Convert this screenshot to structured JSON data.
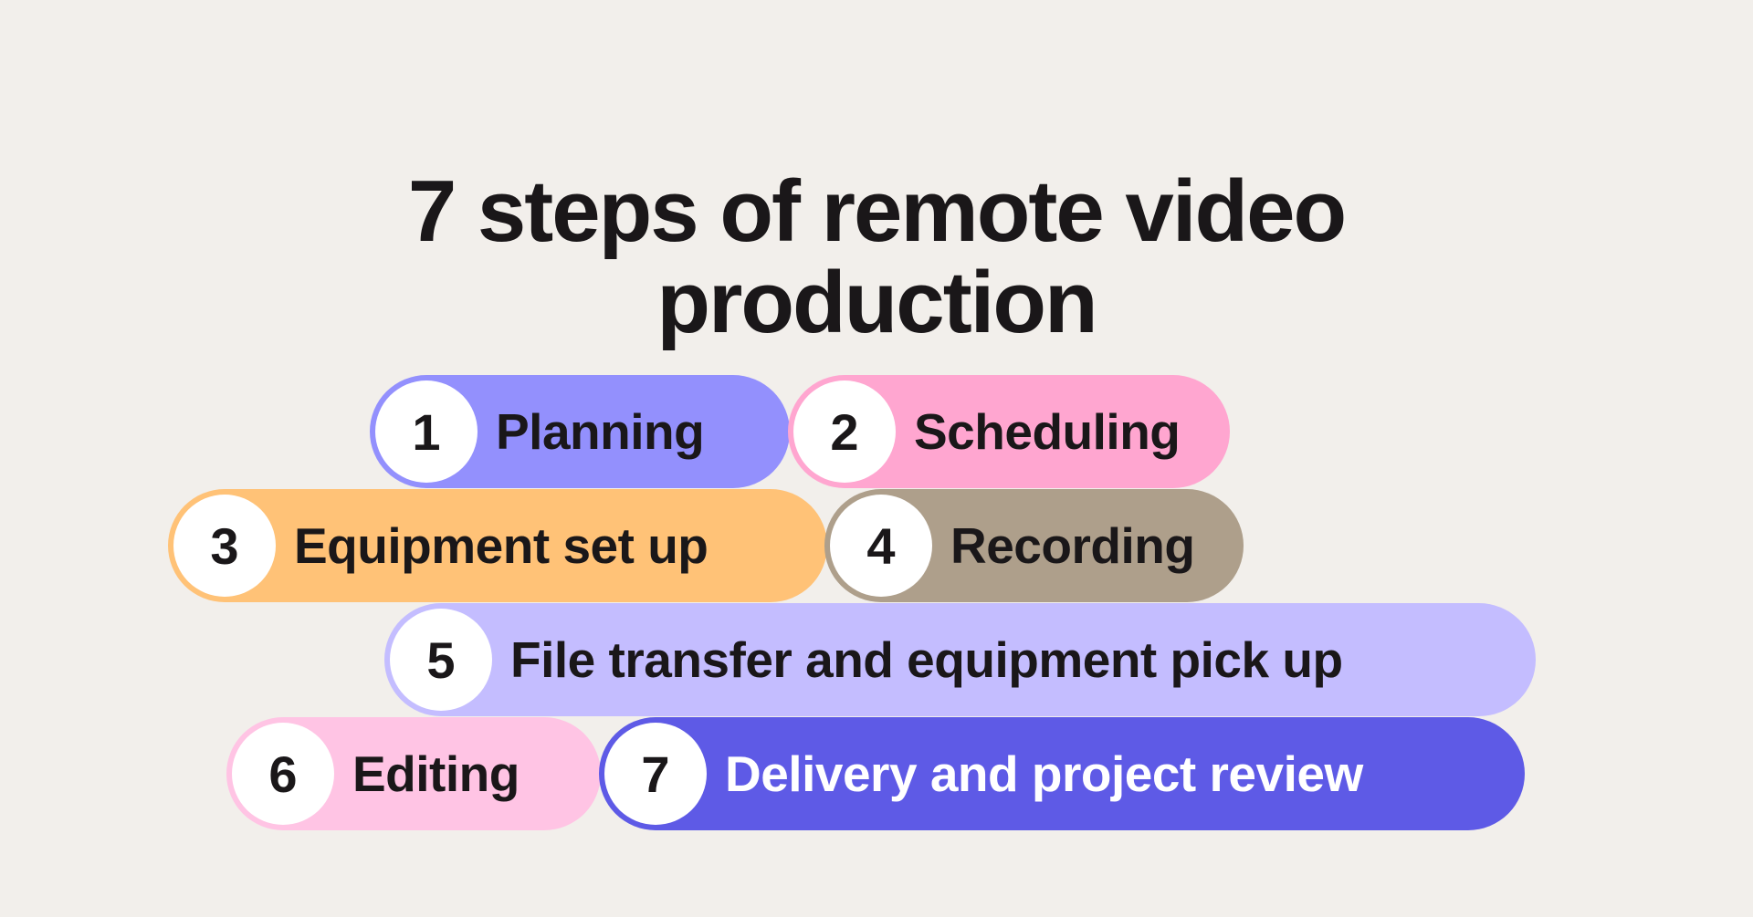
{
  "title": {
    "line1": "7 steps of remote video",
    "line2": "production"
  },
  "colors": {
    "background": "#f2efeb",
    "text": "#1a1719",
    "circle": "#ffffff"
  },
  "steps": [
    {
      "number": "1",
      "label": "Planning",
      "color": "#9390fd",
      "text_color": "#1a1719"
    },
    {
      "number": "2",
      "label": "Scheduling",
      "color": "#ffa6d0",
      "text_color": "#1a1719"
    },
    {
      "number": "3",
      "label": "Equipment set up",
      "color": "#ffc277",
      "text_color": "#1a1719"
    },
    {
      "number": "4",
      "label": "Recording",
      "color": "#ae9f8b",
      "text_color": "#1a1719"
    },
    {
      "number": "5",
      "label": "File transfer and equipment pick up",
      "color": "#c4bdff",
      "text_color": "#1a1719"
    },
    {
      "number": "6",
      "label": "Editing",
      "color": "#ffc4e4",
      "text_color": "#1a1719"
    },
    {
      "number": "7",
      "label": "Delivery and project review",
      "color": "#5e5ae6",
      "text_color": "#ffffff"
    }
  ]
}
